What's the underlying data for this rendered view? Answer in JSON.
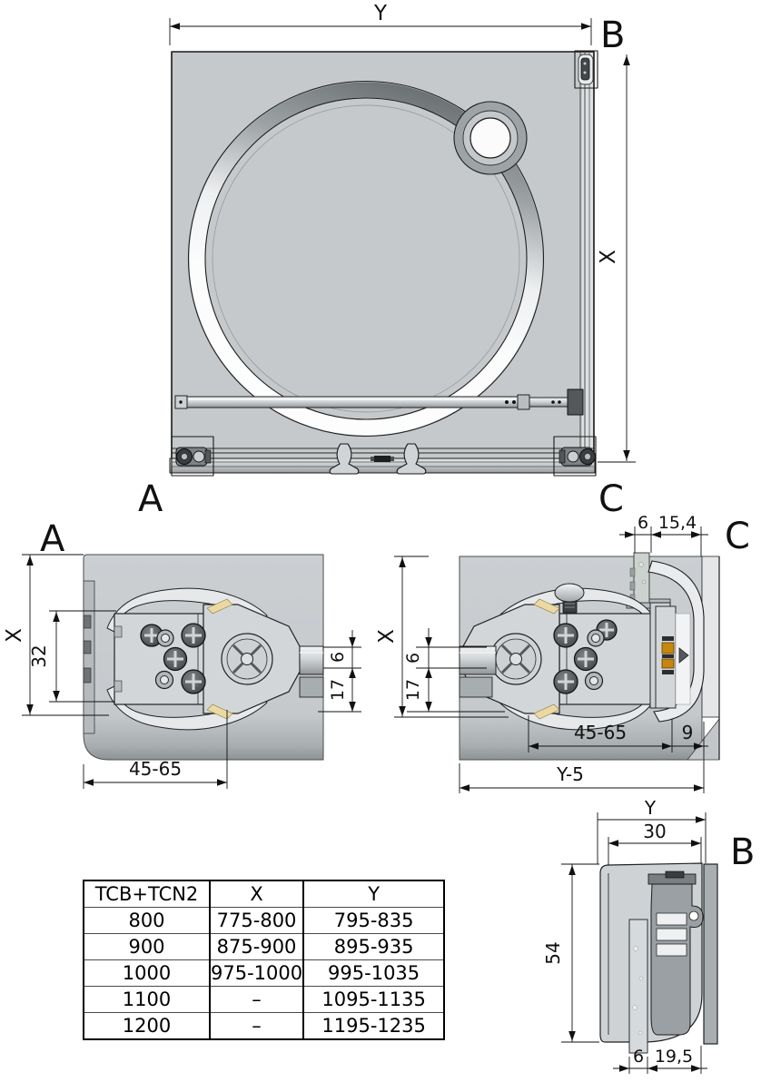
{
  "plan": {
    "dim_top": "Y",
    "dim_right": "X",
    "label_b": "B",
    "label_a": "A",
    "label_c": "C"
  },
  "detail_a": {
    "label": "A",
    "dim_height": "X",
    "dim_inner": "32",
    "dim_gap": "6",
    "dim_rail": "17",
    "dim_adjust": "45-65"
  },
  "detail_c": {
    "label": "C",
    "dim_profile": "6",
    "dim_wall": "15,4",
    "dim_height": "X",
    "dim_gap": "6",
    "dim_rail": "17",
    "dim_adjust": "45-65",
    "dim_offset": "9",
    "dim_total": "Y-5"
  },
  "detail_b": {
    "label": "B",
    "dim_total": "Y",
    "dim_inner": "30",
    "dim_height": "54",
    "dim_glass": "6",
    "dim_depth": "19,5"
  },
  "size_table": {
    "headers": [
      "TCB+TCN2",
      "X",
      "Y"
    ],
    "rows": [
      [
        "800",
        "775-800",
        "795-835"
      ],
      [
        "900",
        "875-900",
        "895-935"
      ],
      [
        "1000",
        "975-1000",
        "995-1035"
      ],
      [
        "1100",
        "–",
        "1095-1135"
      ],
      [
        "1200",
        "–",
        "1195-1235"
      ]
    ]
  },
  "colors": {
    "line": "#1a1a1a",
    "surface": "#c6c9cb",
    "band_dark": "#6c7174",
    "band_light": "#fdfdfd",
    "accent_yellow": "#ead9a2",
    "accent_orange": "#c8860b",
    "wall_light": "#e4e6e7"
  }
}
